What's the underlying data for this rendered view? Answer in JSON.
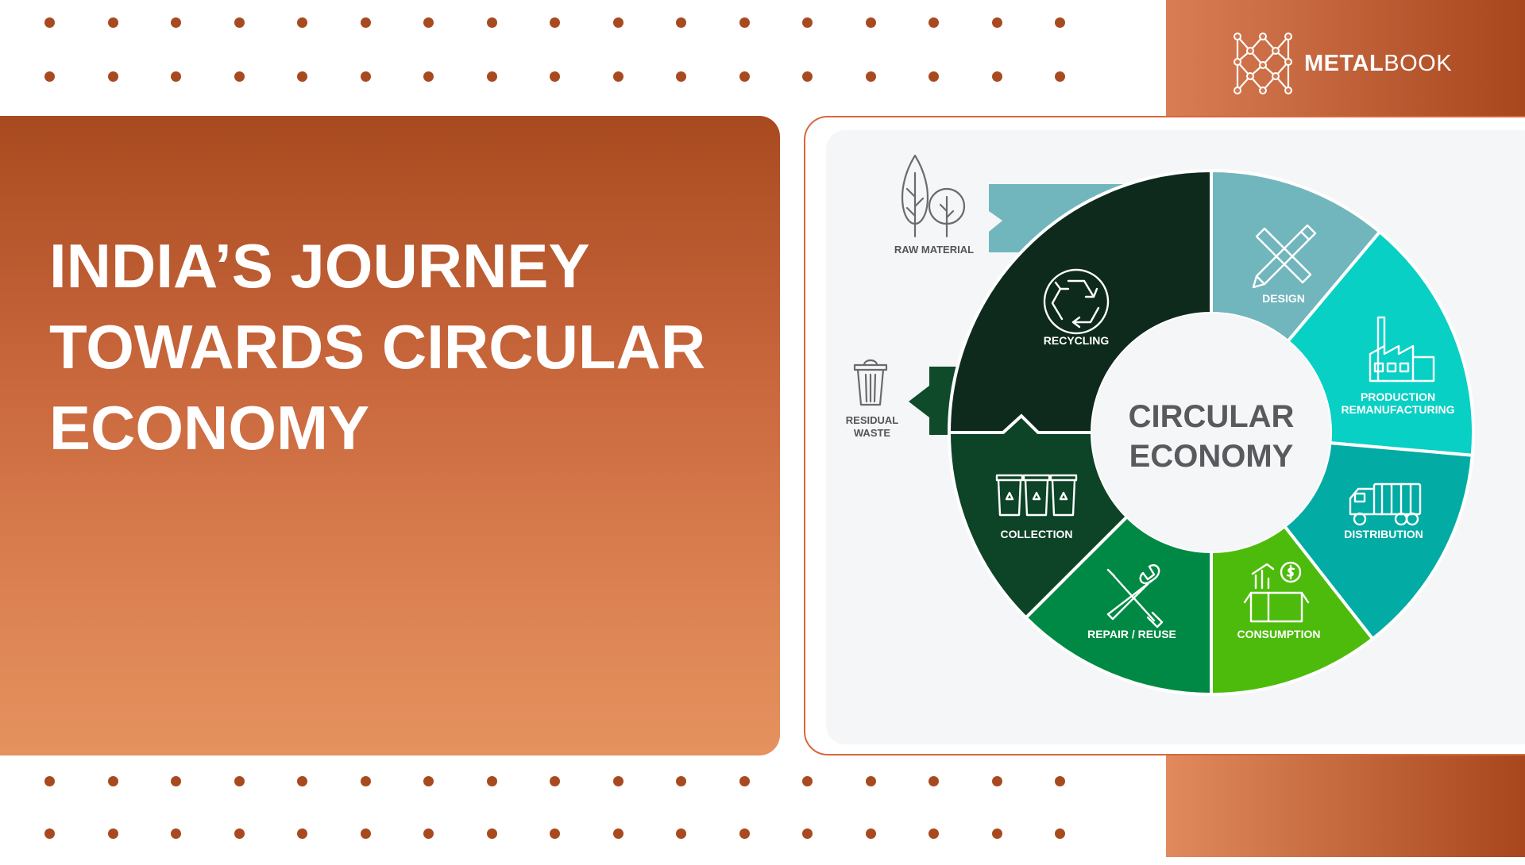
{
  "title": {
    "lines": [
      "INDIA’S JOURNEY",
      "TOWARDS CIRCULAR",
      "ECONOMY"
    ]
  },
  "brand": {
    "name_bold": "METAL",
    "name_light": "BOOK",
    "logo_icon": "network-m-icon"
  },
  "diagram": {
    "center": [
      "CIRCULAR",
      "ECONOMY"
    ],
    "stages": [
      {
        "id": "recycling",
        "label": [
          "RECYCLING"
        ],
        "icon": "recycle-icon",
        "color": "#0e2a1c"
      },
      {
        "id": "design",
        "label": [
          "DESIGN"
        ],
        "icon": "pencil-ruler-icon",
        "color": "#72b6bd"
      },
      {
        "id": "production",
        "label": [
          "PRODUCTION",
          "REMANUFACTURING"
        ],
        "icon": "factory-icon",
        "color": "#08d0c5"
      },
      {
        "id": "distribution",
        "label": [
          "DISTRIBUTION"
        ],
        "icon": "truck-icon",
        "color": "#02aba3"
      },
      {
        "id": "consumption",
        "label": [
          "CONSUMPTION"
        ],
        "icon": "box-icon",
        "color": "#4dbb0b"
      },
      {
        "id": "repair",
        "label": [
          "REPAIR / REUSE"
        ],
        "icon": "tools-icon",
        "color": "#008944"
      },
      {
        "id": "collection",
        "label": [
          "COLLECTION"
        ],
        "icon": "bins-icon",
        "color": "#0d4327"
      }
    ],
    "inputs": [
      {
        "id": "raw-material",
        "label": [
          "RAW MATERIAL"
        ],
        "icon": "trees-icon",
        "color": "#72b6bd"
      },
      {
        "id": "residual-waste",
        "label": [
          "RESIDUAL",
          "WASTE"
        ],
        "icon": "trash-can-icon",
        "color": "#0f4a2a"
      }
    ],
    "text_white": "#ffffff",
    "text_grey": "#595a5e"
  },
  "colors": {
    "brand_dark": "#a8461d",
    "brand_light": "#e5925f",
    "dot": "#a84a1f"
  }
}
